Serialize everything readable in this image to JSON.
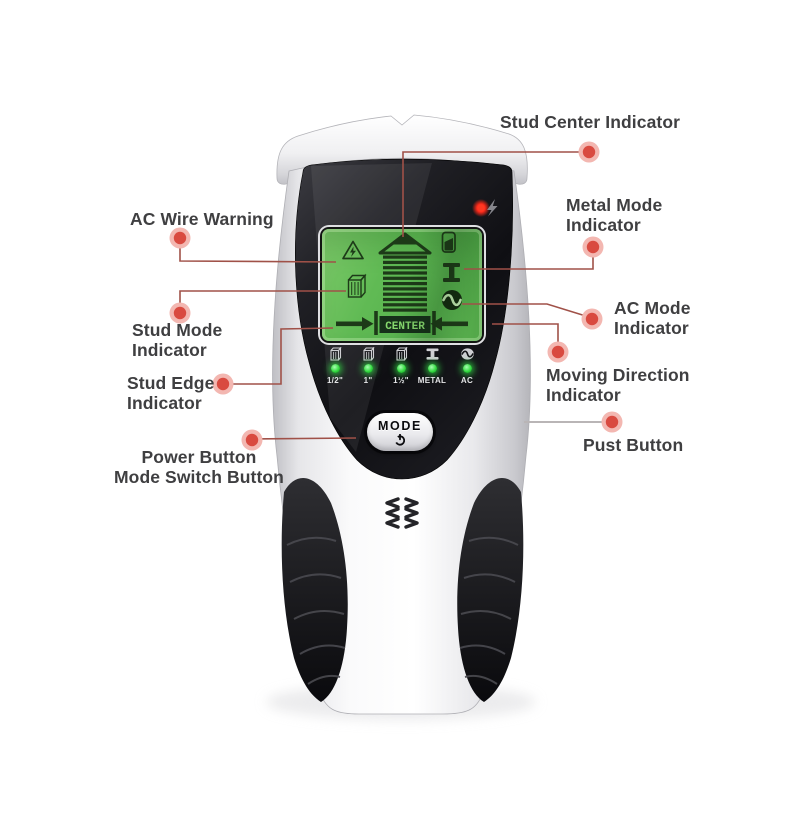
{
  "annotations": {
    "stud_center": {
      "text": "Stud Center Indicator"
    },
    "metal_mode": {
      "line1": "Metal Mode",
      "line2": "Indicator"
    },
    "ac_mode": {
      "line1": "AC Mode",
      "line2": "Indicator"
    },
    "moving_direction": {
      "line1": "Moving Direction",
      "line2": "Indicator"
    },
    "pust_button": {
      "text": "Pust Button"
    },
    "ac_wire": {
      "text": "AC Wire Warning"
    },
    "stud_mode": {
      "line1": "Stud Mode",
      "line2": "Indicator"
    },
    "stud_edge": {
      "line1": "Stud Edge",
      "line2": "Indicator"
    },
    "power_mode": {
      "line1": "Power Button",
      "line2": "Mode Switch Button"
    }
  },
  "device": {
    "lcd": {
      "center_label": "CENTER",
      "icons": [
        "ac-wire-warning-icon",
        "stud-mode-icon",
        "stud-center-arrow-icon",
        "battery-icon",
        "metal-mode-icon",
        "ac-mode-icon",
        "moving-direction-arrows"
      ]
    },
    "status": {
      "leds": [
        "ac-live-led"
      ],
      "icons": [
        "lightning-icon"
      ]
    },
    "detection_panel": {
      "items": [
        {
          "icon": "stud-icon",
          "label": "1/2\""
        },
        {
          "icon": "stud-icon",
          "label": "1\""
        },
        {
          "icon": "stud-icon",
          "label": "1½\""
        },
        {
          "icon": "metal-icon",
          "label": "METAL"
        },
        {
          "icon": "ac-icon",
          "label": "AC"
        }
      ]
    },
    "mode_button": {
      "label": "MODE",
      "icon": "power-icon"
    },
    "speaker": {
      "icon": "speaker-vent-chevrons"
    }
  },
  "colors": {
    "lcd_green": "#5cb956",
    "lcd_icon_dark": "#1d3a18",
    "led_green": "#33d93f",
    "alert_led_red": "#ff3822",
    "callout_dot": "#d94a40",
    "callout_dot_halo": "#f3b7b1",
    "callout_line": "#a05148",
    "pust_line_gray": "#b9b5b6",
    "body_silver": "#f2f2f4",
    "panel_black": "#141418"
  }
}
